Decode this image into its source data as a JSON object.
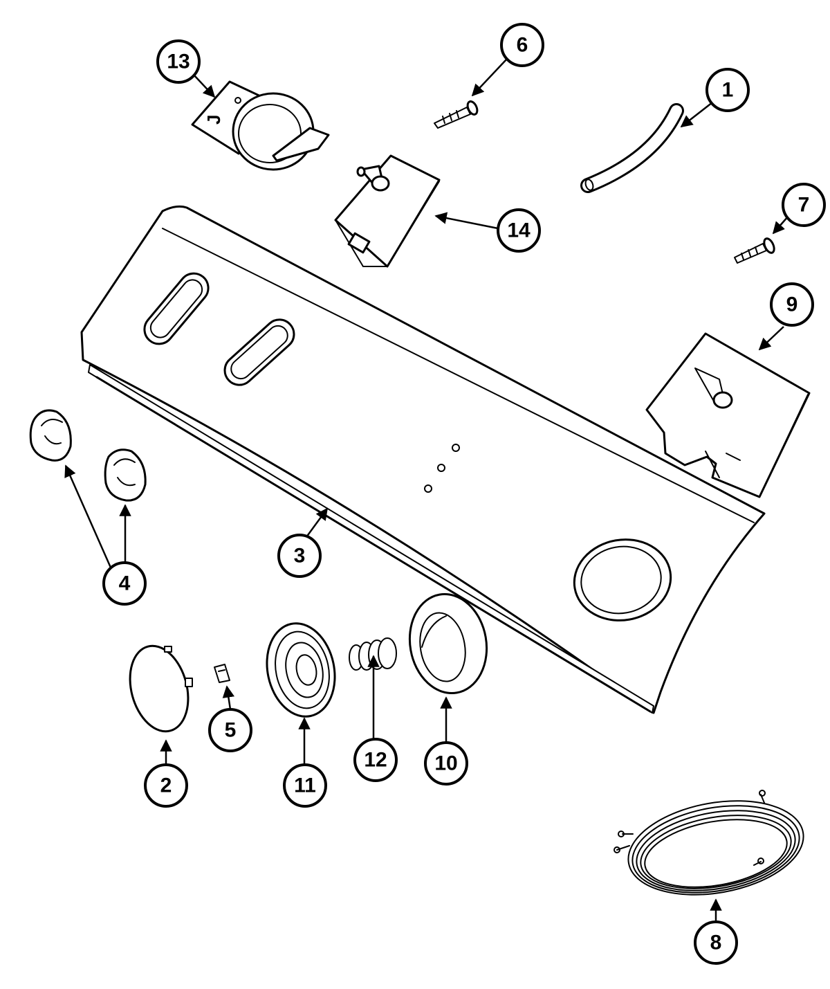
{
  "diagram": {
    "callouts": [
      "1",
      "2",
      "3",
      "4",
      "5",
      "6",
      "7",
      "8",
      "9",
      "10",
      "11",
      "12",
      "13",
      "14"
    ],
    "colors": {
      "line": "#000000",
      "background": "#ffffff"
    }
  }
}
